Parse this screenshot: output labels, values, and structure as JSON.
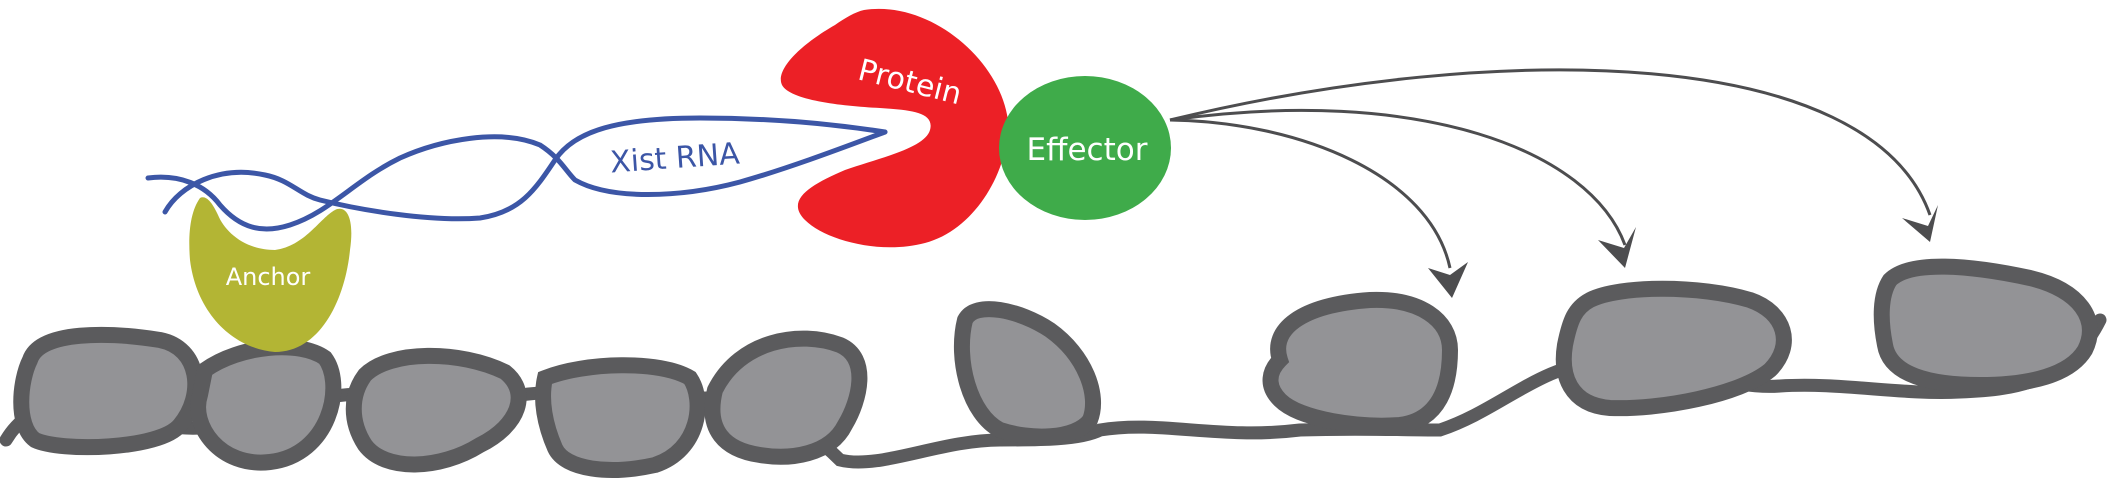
{
  "labels": {
    "protein": "Protein",
    "effector": "Effector",
    "xist_rna": "Xist RNA",
    "anchor": "Anchor"
  },
  "colors": {
    "protein": "#ec2026",
    "effector": "#3fab4a",
    "xist_rna": "#3c56a6",
    "anchor": "#b3b534",
    "chromatin": "#5b5b5d",
    "nucleosome": "#939396",
    "arrow": "#4d4d4f",
    "label_light": "#ffffff"
  }
}
